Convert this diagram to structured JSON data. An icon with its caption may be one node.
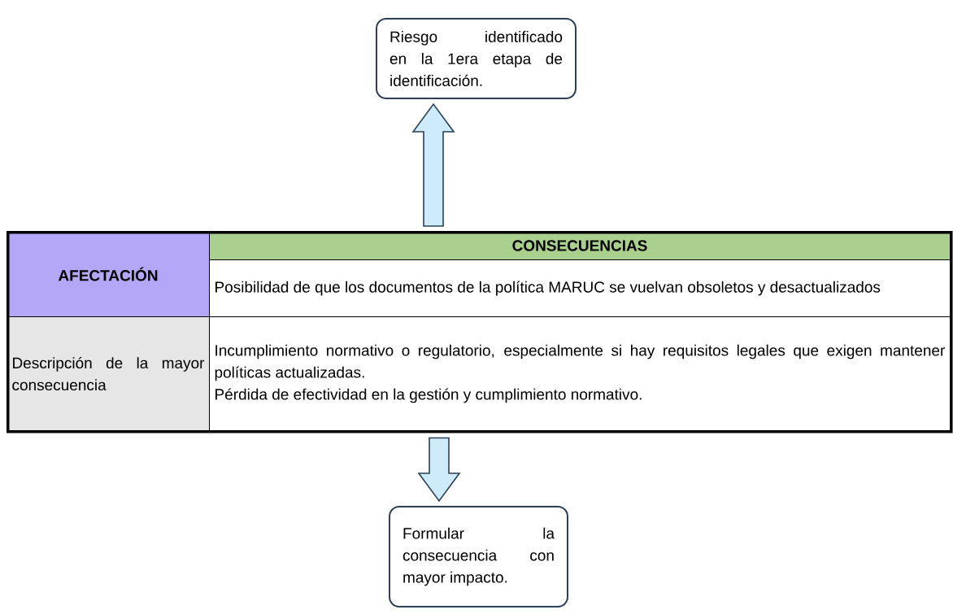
{
  "diagram": {
    "nodes": [
      {
        "text": [
          "Riesgo identificado en la 1era etapa de identificación."
        ]
      },
      {
        "text": [],
        "shape": "box"
      },
      {
        "text": [
          "AFECTACIÓN"
        ],
        "in": 1
      },
      {
        "text": [
          "CONSECUENCIAS"
        ],
        "in": 1
      },
      {
        "text": [
          "Posibilidad de que los documentos de la política MARUC se vuelvan obsoletos y desactualizados"
        ],
        "in": 1
      },
      {
        "text": [
          "Descripción de la mayor consecuencia"
        ],
        "in": 1
      },
      {
        "text": [
          "Incumplimiento normativo o regulatorio, especialmente si hay requisitos legales que exigen mantener políticas actualizadas.",
          "Pérdida de efectividad en la gestión y cumplimiento normativo."
        ],
        "in": 1
      },
      {
        "text": [
          "Formular la consecuencia con mayor impacto."
        ]
      }
    ],
    "edges": [
      {
        "from": 1,
        "to": 0,
        "arrow": "to"
      },
      {
        "from": 1,
        "to": 7,
        "arrow": "to"
      }
    ]
  }
}
